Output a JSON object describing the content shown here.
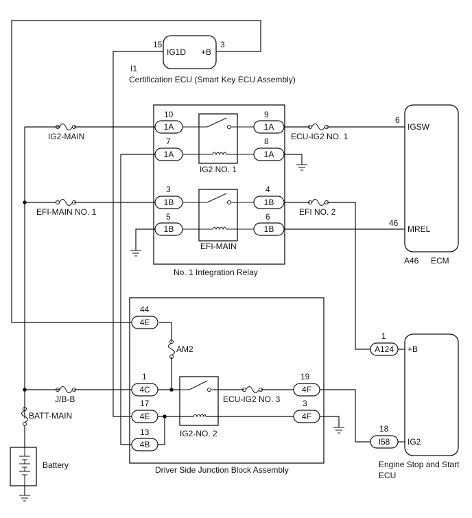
{
  "certification_ecu": {
    "pin_ig1d": "15",
    "label_ig1d": "IG1D",
    "pin_b": "3",
    "label_b": "+B",
    "connector_id": "I1",
    "name": "Certification ECU (Smart Key ECU Assembly)"
  },
  "integration_relay": {
    "name": "No. 1 Integration Relay",
    "relay1_name": "IG2 NO. 1",
    "relay2_name": "EFI-MAIN",
    "pins": [
      {
        "num": "10",
        "conn": "1A"
      },
      {
        "num": "7",
        "conn": "1A"
      },
      {
        "num": "9",
        "conn": "1A"
      },
      {
        "num": "8",
        "conn": "1A"
      },
      {
        "num": "3",
        "conn": "1B"
      },
      {
        "num": "5",
        "conn": "1B"
      },
      {
        "num": "4",
        "conn": "1B"
      },
      {
        "num": "6",
        "conn": "1B"
      }
    ]
  },
  "fuses": {
    "ig2_main": "IG2-MAIN",
    "ecu_ig2_no1": "ECU-IG2 NO. 1",
    "efi_main_no1": "EFI-MAIN NO. 1",
    "efi_no2": "EFI NO. 2",
    "am2": "AM2",
    "jb_b": "J/B-B",
    "ecu_ig2_no3": "ECU-IG2 NO. 3",
    "batt_main": "BATT-MAIN"
  },
  "ecm": {
    "pin_igsw": "6",
    "label_igsw": "IGSW",
    "pin_mrel": "46",
    "label_mrel": "MREL",
    "connector_id": "A46",
    "name": "ECM"
  },
  "junction_block": {
    "name": "Driver Side Junction Block Assembly",
    "relay_name": "IG2-NO. 2",
    "pins": [
      {
        "num": "44",
        "conn": "4E"
      },
      {
        "num": "1",
        "conn": "4C"
      },
      {
        "num": "17",
        "conn": "4E"
      },
      {
        "num": "13",
        "conn": "4B"
      },
      {
        "num": "19",
        "conn": "4F"
      },
      {
        "num": "3",
        "conn": "4F"
      }
    ]
  },
  "engine_ecu": {
    "pin_b": "1",
    "conn_b": "A124",
    "label_b": "+B",
    "pin_ig2": "18",
    "conn_ig2": "I58",
    "label_ig2": "IG2",
    "name_line1": "Engine Stop and Start",
    "name_line2": "ECU"
  },
  "battery": {
    "name": "Battery"
  }
}
